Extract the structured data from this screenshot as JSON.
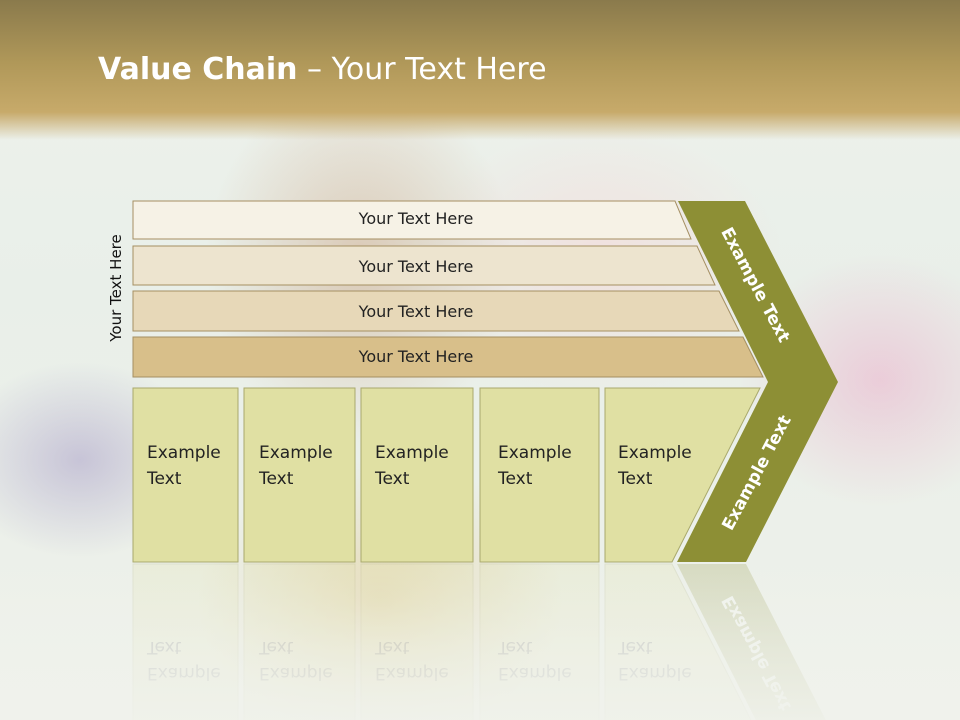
{
  "slide": {
    "title_bold": "Value Chain",
    "title_rest": " – Your Text Here",
    "side_label": "Your Text Here"
  },
  "rows": [
    {
      "label": "Your Text Here",
      "fill": "#f6f2e6"
    },
    {
      "label": "Your Text Here",
      "fill": "#ede4cf"
    },
    {
      "label": "Your Text Here",
      "fill": "#e7d8b8"
    },
    {
      "label": "Your Text Here",
      "fill": "#d8bf8a"
    }
  ],
  "boxes": [
    {
      "line1": "Example",
      "line2": "Text"
    },
    {
      "line1": "Example",
      "line2": "Text"
    },
    {
      "line1": "Example",
      "line2": "Text"
    },
    {
      "line1": "Example",
      "line2": "Text"
    },
    {
      "line1": "Example",
      "line2": "Text"
    }
  ],
  "chevron": {
    "upper_label": "Example Text",
    "lower_label": "Example Text",
    "color": "#8d8f35"
  },
  "colors": {
    "box_fill": "#e0e0a3",
    "box_stroke": "#a9a96c",
    "row_stroke": "#a58f62"
  }
}
